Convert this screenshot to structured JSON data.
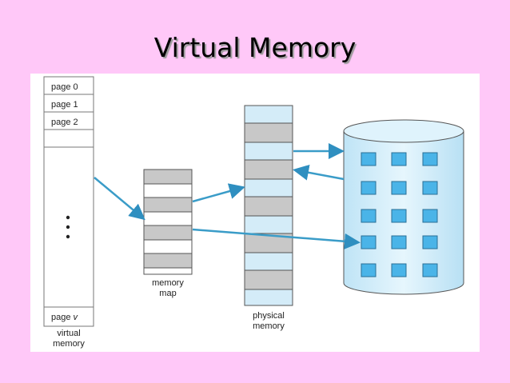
{
  "slide": {
    "title": "Virtual Memory"
  },
  "virtual_memory": {
    "pages": [
      "page 0",
      "page 1",
      "page 2"
    ],
    "ellipsis": "⋮",
    "last_page_prefix": "page",
    "last_page_var": "v",
    "label_line1": "virtual",
    "label_line2": "memory"
  },
  "memory_map": {
    "label_line1": "memory",
    "label_line2": "map"
  },
  "physical_memory": {
    "label_line1": "physical",
    "label_line2": "memory"
  },
  "colors": {
    "background": "#ffc8f8",
    "frame_gray": "#c8c8c8",
    "frame_light": "#d4ecf8",
    "disk_block": "#4ab4e8",
    "arrow": "#3a9cc8"
  }
}
